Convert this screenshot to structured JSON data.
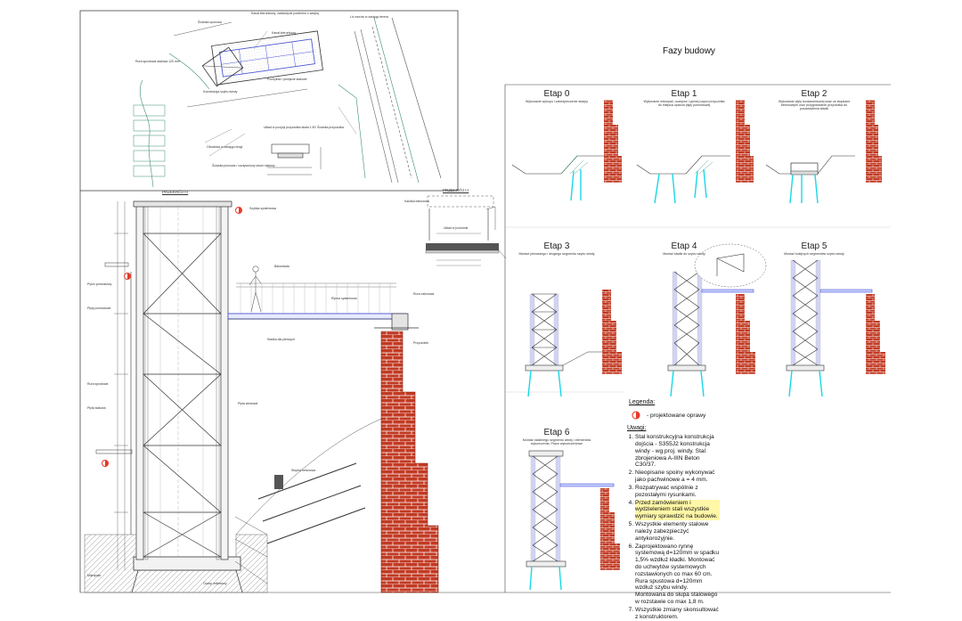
{
  "sheet_title": "Fazy budowy",
  "sections": {
    "plan": "",
    "section1": "PRZEKRÓJ I-I",
    "section2": "PRZEKRÓJ I-I"
  },
  "stages": [
    {
      "title": "Etap 0",
      "desc": "Wykonanie wykopu i zabezpieczenie skarpy"
    },
    {
      "title": "Etap 1",
      "desc": "Wykonanie mikropali, oczepów i górnej części przyczółka do miejsca oparcia płyty pomostowej"
    },
    {
      "title": "Etap 2",
      "desc": "Wykonanie płyty fundamentowej wraz ze stopkami betonowymi oraz przygotowanie przyczółka do posadowienia kładki"
    },
    {
      "title": "Etap 3",
      "desc": "Montaż pierwszego i drugiego segmentu szybu windy"
    },
    {
      "title": "Etap 4",
      "desc": "Montaż kładki do szybu windy"
    },
    {
      "title": "Etap 5",
      "desc": "Montaż kolejnych segmentów szybu windy"
    },
    {
      "title": "Etap 6",
      "desc": "Montaż ostatniego segmentu windy i elementów wykończenia. Prace wykończeniowe"
    }
  ],
  "legend": {
    "title": "Legenda:",
    "item": "- projektowane oprawy"
  },
  "notes": {
    "title": "Uwagi:",
    "items": [
      "Stal konstrukcyjna konstrukcja dojścia - S355J2 konstrukcja windy - wg proj. windy. Stal zbrojeniowa A-IIIN Beton C30/37.",
      "Nieopisane spoiny wykonywać jako pachwinowe a = 4 mm.",
      "Rozpatrywać wspólnie z pozostałymi rysunkami.",
      "Przed zamówieniem i wydzieleniem stali wszystkie wymiary sprawdzić na budowie.",
      "Wszystkie elementy stalowe należy zabezpieczyć antykorozyjnie.",
      "Zaprojektowano rynnę systemową d=120mm w spadku 1,5% wzdłuż kładki. Montować do uchwytów systemowych rozstawionych co max 60 cm. Rura spustowa d=120mm wzdłuż szybu windy. Montowana do słupa stalowego w rozstawie co max 1,8 m.",
      "Wszystkie zmiany skonsultować z konstruktorem."
    ]
  },
  "plan_labels": [
    "Kanał kierunkowy, zasłonięcie posterem z wnęką",
    "Ścianka oporowa",
    "Lic murów w zasięgu terenu",
    "Kanał kierunkowy",
    "Rura spustowa stalowa 120 mm",
    "Pochylnia i przejście stalowe",
    "Konstrukcja szybu windy",
    "Układ w pozycji przyczółka skala 1:50",
    "Ścianka przyczółka",
    "Obudowa w zasięgu drogi",
    "Ścianka pionowa / usztywniony otwór stalowy"
  ],
  "section_labels": [
    "Szybka systemowa",
    "Balustrada",
    "Pylon pomostowy",
    "Płyty pomostowe",
    "Rura spustowa",
    "Płyta stalowa",
    "Płyta windowa",
    "Kładka dla pieszych",
    "Rynna systemowa",
    "Stopka betonowa",
    "Mikropale",
    "Kalotka betonowa",
    "Rura osłonowa",
    "Układ w poziomie",
    "Przyczółek",
    "Oczep żelbetowy"
  ],
  "colors": {
    "steel_blue": "#4a55d6",
    "brick": "#c0392b",
    "pile_cyan": "#18d8e8",
    "light_red": "#e83a2a",
    "soil_green": "#3d8f6f"
  }
}
